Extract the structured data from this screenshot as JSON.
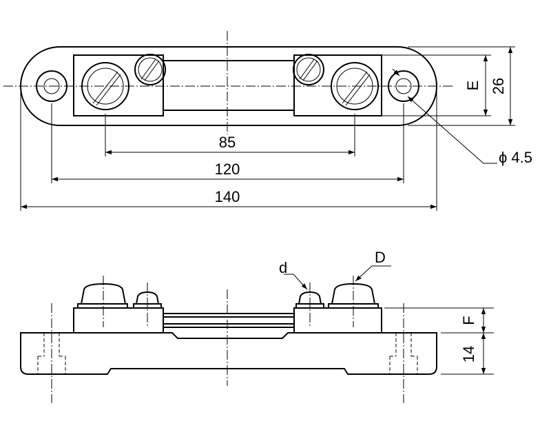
{
  "top_view": {
    "dim_85": "85",
    "dim_120": "120",
    "dim_140": "140",
    "dim_E": "E",
    "dim_26": "26",
    "hole_diameter": "ϕ 4.5"
  },
  "side_view": {
    "label_d": "d",
    "label_D": "D",
    "dim_F": "F",
    "dim_14": "14"
  }
}
